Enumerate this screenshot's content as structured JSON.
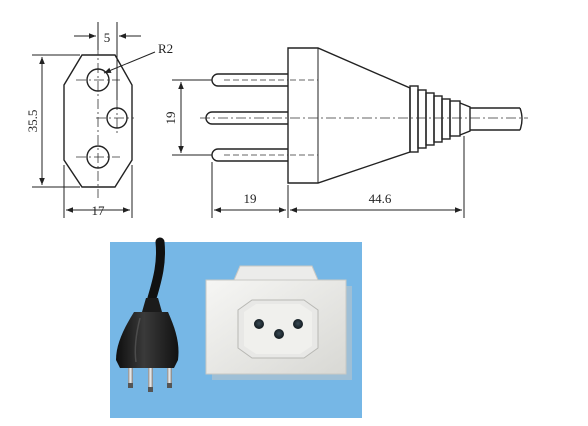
{
  "drawing": {
    "front_view": {
      "height_label": "35.5",
      "width_label": "17",
      "pin_spacing_label": "5",
      "radius_label": "R2"
    },
    "side_view": {
      "pin_spread_label": "19",
      "pin_length_label": "19",
      "body_length_label": "44.6"
    }
  },
  "photo": {
    "background_color": "#6fb3e4",
    "subjects": [
      "plug-photo",
      "socket-photo"
    ]
  }
}
